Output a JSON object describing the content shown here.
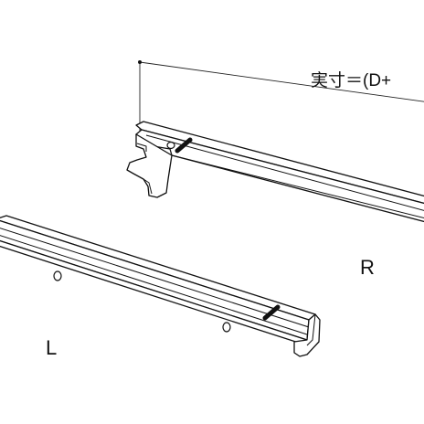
{
  "labels": {
    "dimension": "実寸＝(D+",
    "right_bracket": "R",
    "left_bracket": "L"
  }
}
